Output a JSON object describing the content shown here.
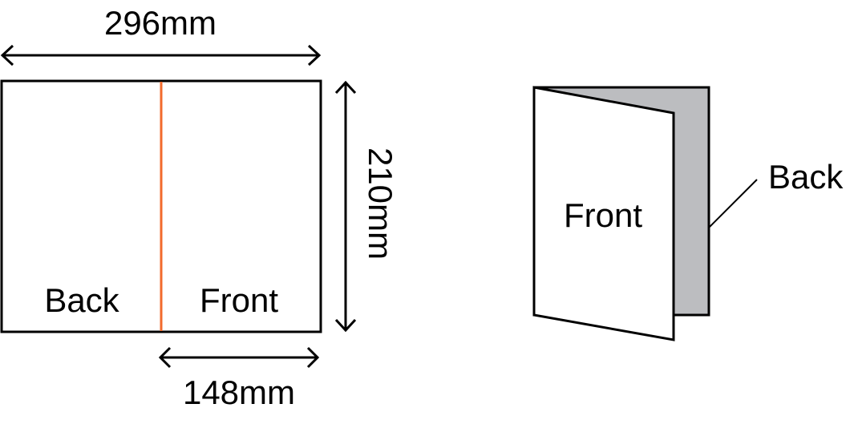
{
  "flat_sheet": {
    "width_label": "296mm",
    "height_label": "210mm",
    "half_width_label": "148mm",
    "left_panel_label": "Back",
    "right_panel_label": "Front",
    "fold_line_color": "#f26a2c"
  },
  "folded_card": {
    "front_label": "Front",
    "back_label": "Back",
    "back_fill_color": "#bcbdc0"
  }
}
